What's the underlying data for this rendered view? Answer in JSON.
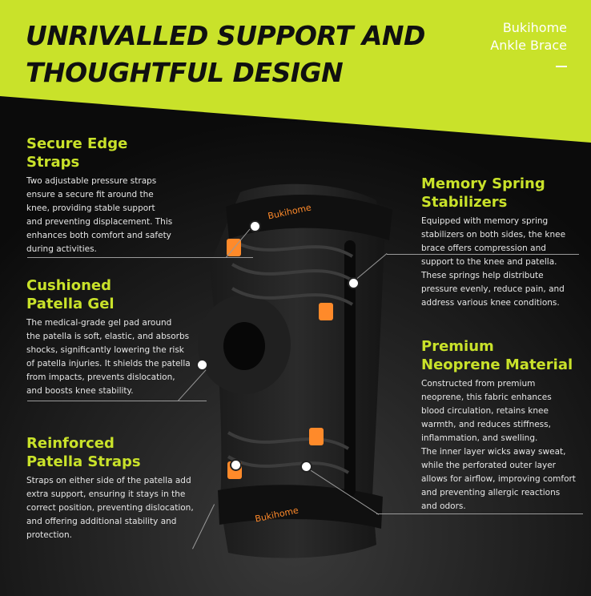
{
  "headline": {
    "line1": "UNRIVALLED SUPPORT AND",
    "line2": "THOUGHTFUL DESIGN"
  },
  "brand": {
    "name": "Bukihome",
    "product": "Ankle Brace"
  },
  "brace_logo_text": "Bukihome",
  "features": {
    "secure": {
      "title1": "Secure Edge",
      "title2": "Straps",
      "lines": [
        "Two adjustable pressure straps",
        "ensure a secure fit around the",
        "knee, providing stable support",
        "and preventing displacement. This",
        "enhances both comfort and safety",
        "during activities."
      ]
    },
    "cushion": {
      "title1": "Cushioned",
      "title2": "Patella Gel",
      "lines": [
        "The medical-grade gel pad around",
        "the patella is soft, elastic, and absorbs",
        "shocks, significantly lowering the risk",
        "of patella injuries. It shields the patella",
        "from impacts, prevents dislocation,",
        "and boosts knee stability."
      ]
    },
    "reinforced": {
      "title1": "Reinforced",
      "title2": "Patella Straps",
      "lines": [
        "Straps on either side of the patella add",
        "extra support, ensuring it stays in the",
        "correct position, preventing dislocation,",
        "and offering additional stability and",
        "protection."
      ]
    },
    "memory": {
      "title1": "Memory Spring",
      "title2": "Stabilizers",
      "lines": [
        "Equipped with memory spring",
        "stabilizers on both sides, the knee",
        "brace offers compression and",
        "support to the knee and patella.",
        "These springs help distribute",
        "pressure evenly, reduce pain, and",
        "address various knee conditions."
      ]
    },
    "neoprene": {
      "title1": "Premium",
      "title2": "Neoprene Material",
      "lines": [
        "Constructed from premium",
        "neoprene, this fabric enhances",
        "blood circulation, retains knee",
        "warmth, and reduces stiffness,",
        "inflammation, and swelling.",
        "The inner layer wicks away sweat,",
        "while the perforated outer layer",
        "allows for airflow, improving comfort",
        "and preventing allergic reactions",
        "and odors."
      ]
    }
  },
  "colors": {
    "accent_green": "#c9e22a",
    "brace_orange": "#ff8a2a",
    "background": "#0d0d0d"
  }
}
